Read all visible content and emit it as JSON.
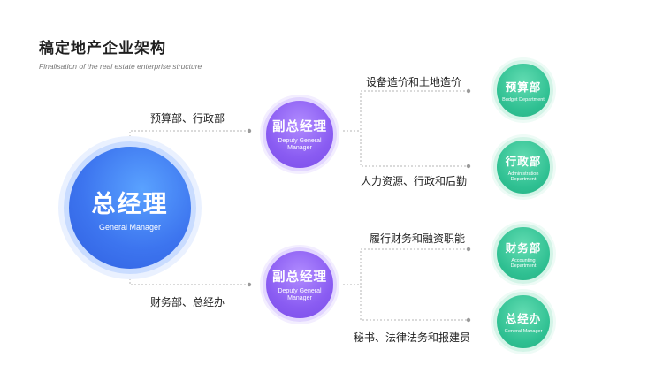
{
  "header": {
    "title": "稿定地产企业架构",
    "subtitle": "Finalisation of the real estate enterprise structure"
  },
  "general_manager": {
    "zh": "总经理",
    "en": "General Manager"
  },
  "deputies": [
    {
      "zh": "副总经理",
      "en": "Deputy General Manager",
      "label": "预算部、行政部"
    },
    {
      "zh": "副总经理",
      "en": "Deputy General Manager",
      "label": "财务部、总经办"
    }
  ],
  "departments": [
    {
      "zh": "预算部",
      "en": "Budget Department",
      "duty": "设备造价和土地造价"
    },
    {
      "zh": "行政部",
      "en": "Administration Department",
      "duty": "人力资源、行政和后勤"
    },
    {
      "zh": "财务部",
      "en": "Accounting Department",
      "duty": "履行财务和融资职能"
    },
    {
      "zh": "总经办",
      "en": "General Manager",
      "duty": "秘书、法律法务和报建员"
    }
  ],
  "colors": {
    "general_manager": "#3d75ef",
    "deputy": "#8a5cf2",
    "department": "#2fc092",
    "connector": "#b5b5b5"
  }
}
